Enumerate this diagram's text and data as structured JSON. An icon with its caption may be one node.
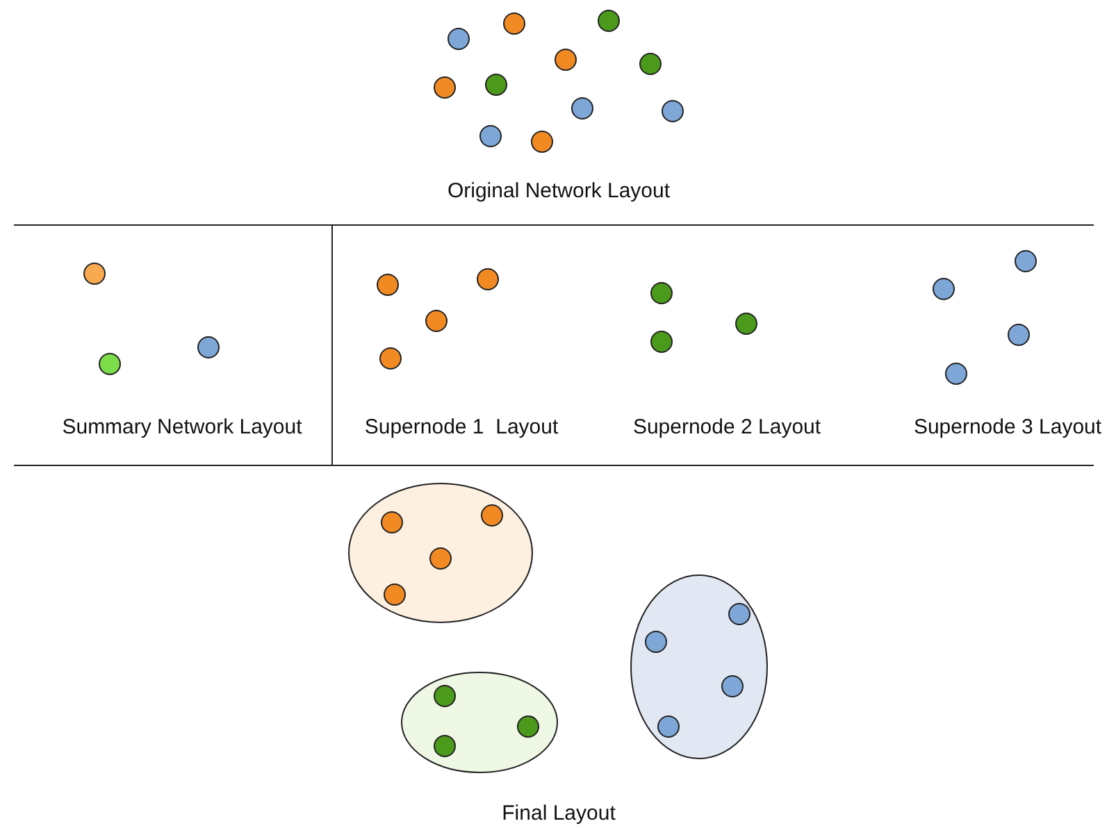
{
  "diagram": {
    "labels": [
      "Original Network Layout",
      "Summary Network Layout",
      "Supernode 1  Layout",
      "Supernode 2 Layout",
      "Supernode 3 Layout",
      "Final Layout"
    ]
  }
}
